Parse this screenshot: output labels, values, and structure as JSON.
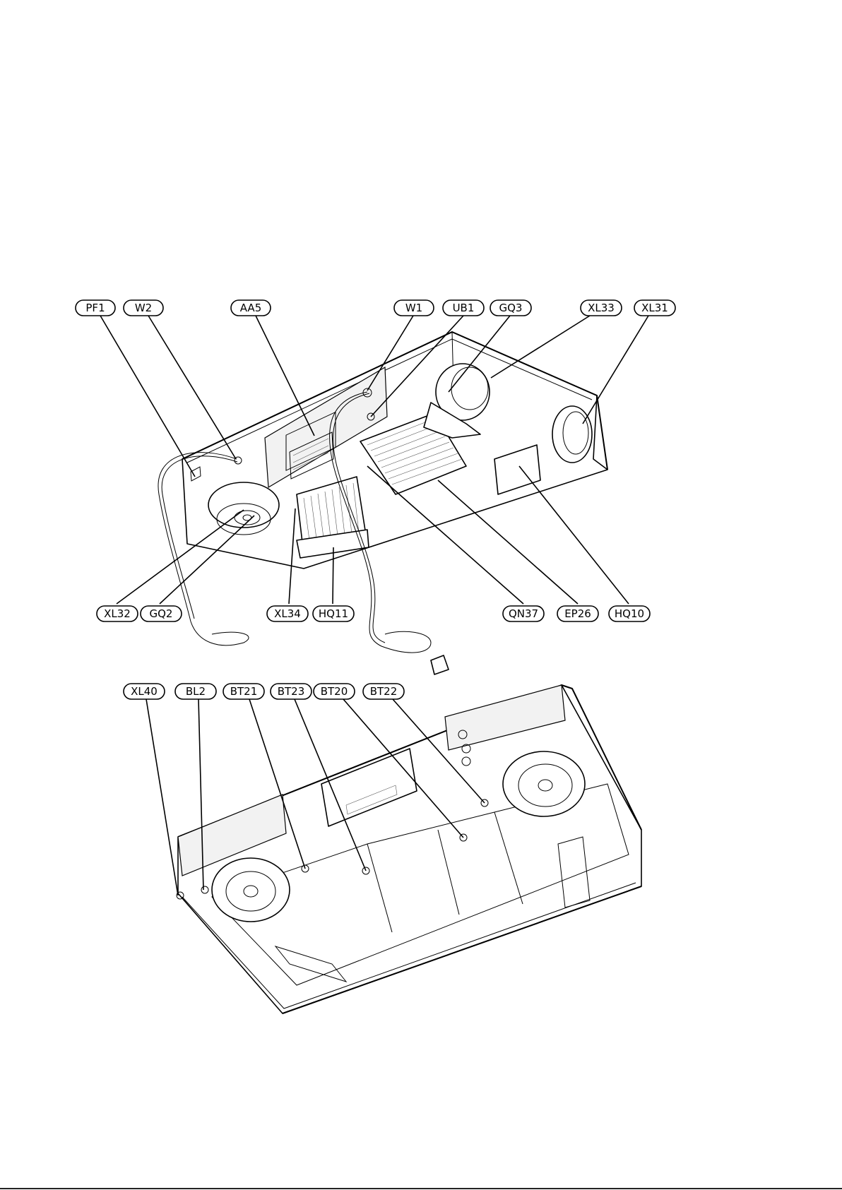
{
  "upper_view": {
    "top_callouts": [
      "PF1",
      "W2",
      "AA5",
      "W1",
      "UB1",
      "GQ3",
      "XL33",
      "XL31"
    ],
    "bottom_callouts": [
      "XL32",
      "GQ2",
      "XL34",
      "HQ11",
      "QN37",
      "EP26",
      "HQ10"
    ]
  },
  "lower_view": {
    "top_callouts": [
      "XL40",
      "BL2",
      "BT21",
      "BT23",
      "BT20",
      "BT22"
    ]
  }
}
